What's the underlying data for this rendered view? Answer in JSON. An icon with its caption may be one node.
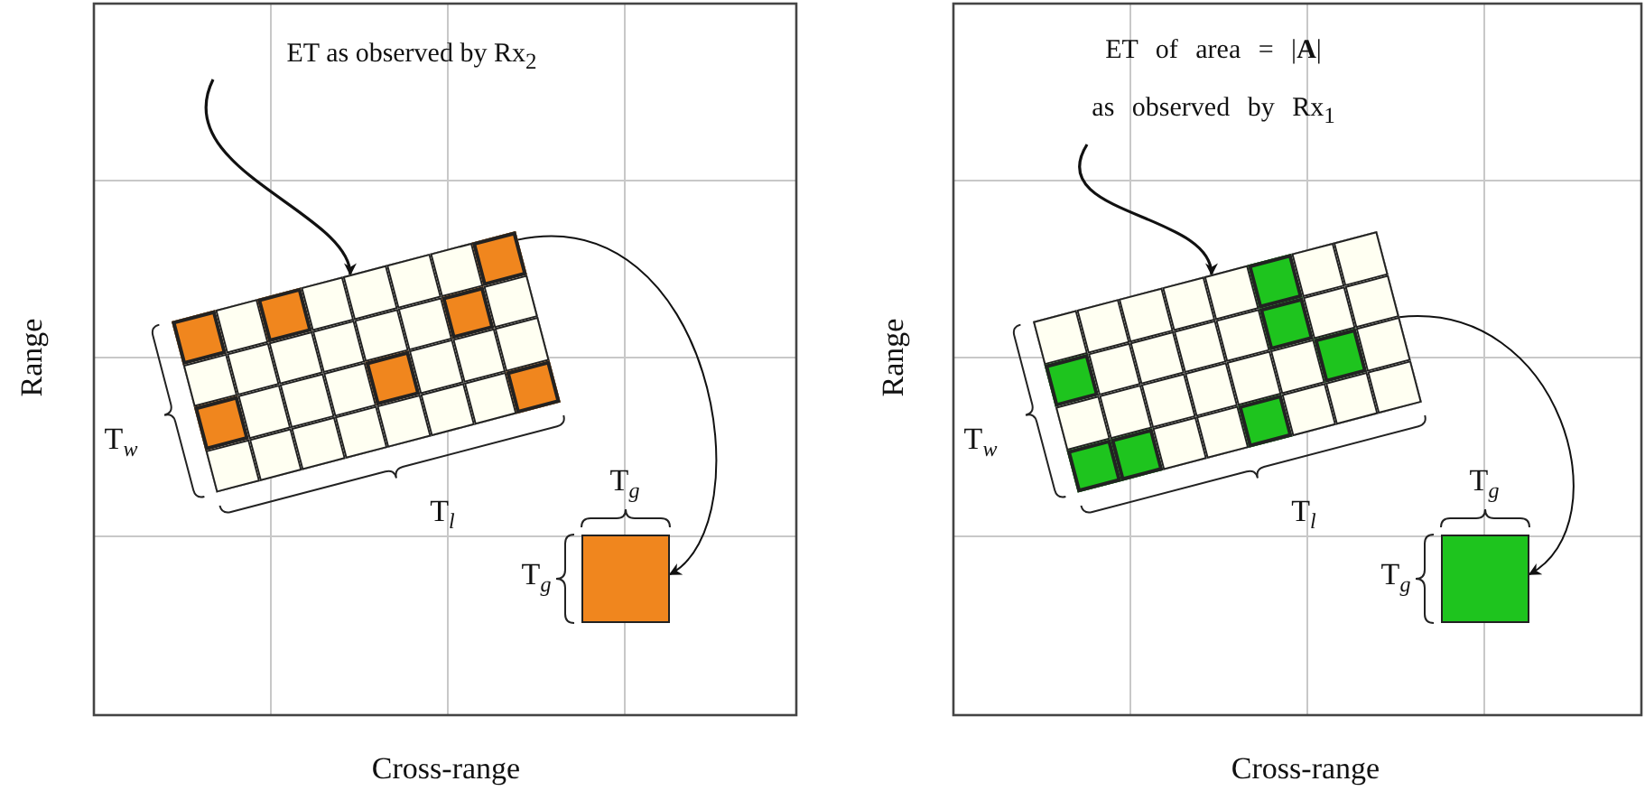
{
  "diagram": {
    "nodes": [
      {
        "text": [
          "ET as observed by Rx$_{2}$"
        ]
      },
      {
        "text": [],
        "shape": "picture"
      },
      {
        "text": [],
        "shape": "box"
      },
      {
        "text": [
          "ET of area = |**A**| as observed by Rx$_{1}$"
        ]
      },
      {
        "text": [],
        "shape": "picture"
      },
      {
        "text": [],
        "shape": "box"
      }
    ],
    "edges": [
      {
        "from": 0,
        "to": 1,
        "arrow": "to"
      },
      {
        "from": 1,
        "to": 2,
        "arrow": "to"
      },
      {
        "from": 3,
        "to": 4,
        "arrow": "to"
      },
      {
        "from": 4,
        "to": 5,
        "arrow": "to"
      }
    ],
    "labels": [
      "Range",
      "T$_{w}$",
      "T$_{l}$",
      "T$_{g}$",
      "T$_{g}$",
      "Cross-range",
      "Range",
      "T$_{w}$",
      "T$_{l}$",
      "T$_{g}$",
      "T$_{g}$",
      "Cross-range"
    ]
  }
}
